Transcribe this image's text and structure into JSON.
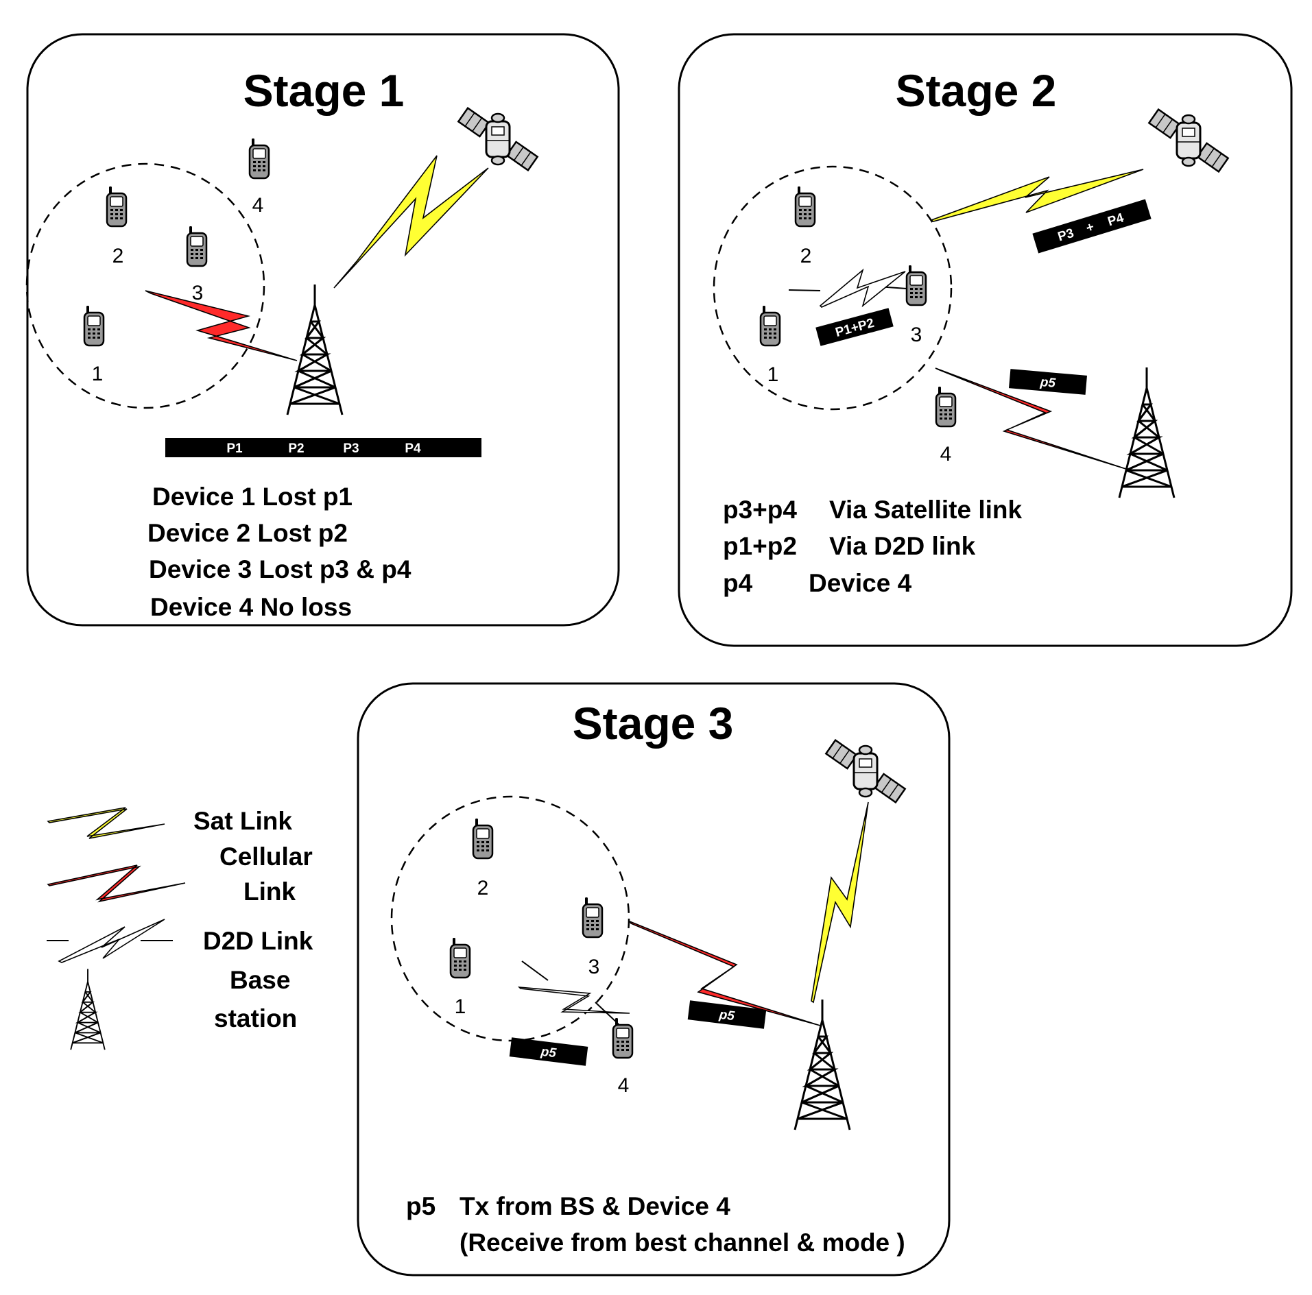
{
  "colors": {
    "sat_link": "#ffff33",
    "cellular_link": "#ff2a2a",
    "d2d_link": "#ffffff",
    "packet_bar": "#000000"
  },
  "icons": [
    "phone-icon",
    "satellite-icon",
    "base-station-icon",
    "sat-link-bolt-icon",
    "cellular-link-bolt-icon",
    "d2d-link-bolt-icon"
  ],
  "stage1": {
    "title": "Stage 1",
    "devices": [
      "1",
      "2",
      "3",
      "4"
    ],
    "packets": [
      "P1",
      "P2",
      "P3",
      "P4"
    ],
    "lines": [
      "Device 1 Lost p1",
      "Device 2  Lost p2",
      "Device 3 Lost p3 & p4",
      "Device 4 No loss"
    ]
  },
  "stage2": {
    "title": "Stage 2",
    "devices": [
      "1",
      "2",
      "3",
      "4"
    ],
    "bar_sat": {
      "left": "P3",
      "plus": "+",
      "right": "P4"
    },
    "bar_d2d": "P1+P2",
    "bar_cell": "p5",
    "rows": [
      {
        "key": "p3+p4",
        "value": "Via Satellite link"
      },
      {
        "key": "p1+p2",
        "value": "Via D2D link"
      },
      {
        "key": "p4",
        "value": "Device 4"
      }
    ]
  },
  "stage3": {
    "title": "Stage 3",
    "devices": [
      "1",
      "2",
      "3",
      "4"
    ],
    "bar_cell": "p5",
    "bar_d2d": "p5",
    "line1_key": "p5",
    "line1_value": "Tx from BS & Device 4",
    "line2": "(Receive from best channel & mode )"
  },
  "legend": {
    "sat_link": "Sat Link",
    "cellular_1": "Cellular",
    "cellular_2": "Link",
    "d2d_link": "D2D Link",
    "base_1": "Base",
    "base_2": "station"
  }
}
